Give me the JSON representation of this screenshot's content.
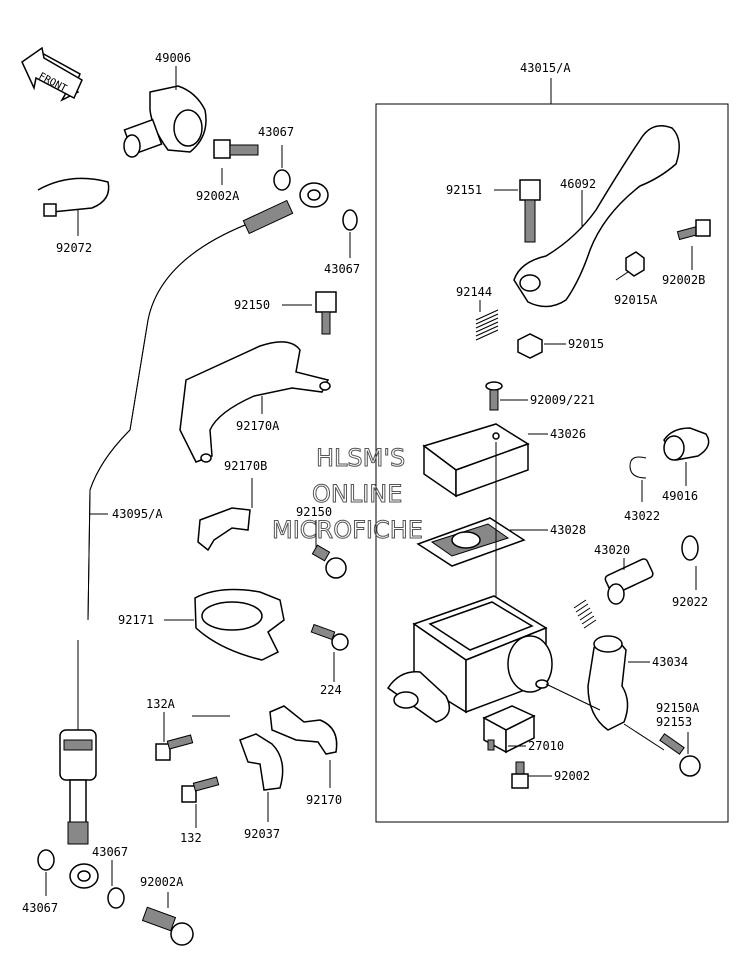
{
  "front_badge": "FRONT",
  "watermark": [
    "HLSM'S",
    "ONLINE",
    "MICROFICHE"
  ],
  "assembly_label": "43015/A",
  "labels": {
    "p49006": "49006",
    "p43067a": "43067",
    "p92002A_top": "92002A",
    "p92072": "92072",
    "p43067b": "43067",
    "p92150_top": "92150",
    "p92170A": "92170A",
    "p92170B": "92170B",
    "p92150_mid": "92150",
    "p43095A": "43095/A",
    "p92171": "92171",
    "p224": "224",
    "p132A": "132A",
    "p132": "132",
    "p92037": "92037",
    "p92170": "92170",
    "p43067c": "43067",
    "p43067d": "43067",
    "p92002A_bot": "92002A",
    "p92151": "92151",
    "p46092": "46092",
    "p92144": "92144",
    "p92002B": "92002B",
    "p92015A": "92015A",
    "p92015": "92015",
    "p92009": "92009/221",
    "p43026": "43026",
    "p43022": "43022",
    "p49016": "49016",
    "p43028": "43028",
    "p43020": "43020",
    "p92022": "92022",
    "p43034": "43034",
    "p92150A": "92150A",
    "p92153": "92153",
    "p27010": "27010",
    "p92002": "92002"
  }
}
